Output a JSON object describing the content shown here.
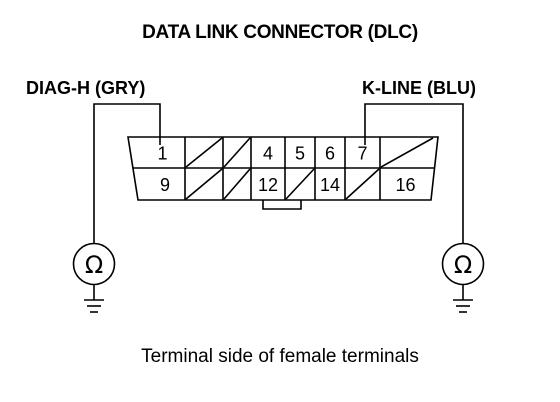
{
  "title": "DATA LINK CONNECTOR (DLC)",
  "left_wire_label": "DIAG-H (GRY)",
  "right_wire_label": "K-LINE (BLU)",
  "caption": "Terminal side of female terminals",
  "ohmmeter_symbol": "Ω",
  "connector": {
    "top_row": [
      {
        "pin": "1",
        "used": true
      },
      {
        "pin": "",
        "used": false
      },
      {
        "pin": "",
        "used": false
      },
      {
        "pin": "4",
        "used": true
      },
      {
        "pin": "5",
        "used": true
      },
      {
        "pin": "6",
        "used": true
      },
      {
        "pin": "7",
        "used": true
      },
      {
        "pin": "",
        "used": false
      }
    ],
    "bottom_row": [
      {
        "pin": "9",
        "used": true
      },
      {
        "pin": "",
        "used": false
      },
      {
        "pin": "",
        "used": false
      },
      {
        "pin": "12",
        "used": true
      },
      {
        "pin": "",
        "used": false
      },
      {
        "pin": "14",
        "used": true
      },
      {
        "pin": "",
        "used": false
      },
      {
        "pin": "16",
        "used": true
      }
    ]
  }
}
